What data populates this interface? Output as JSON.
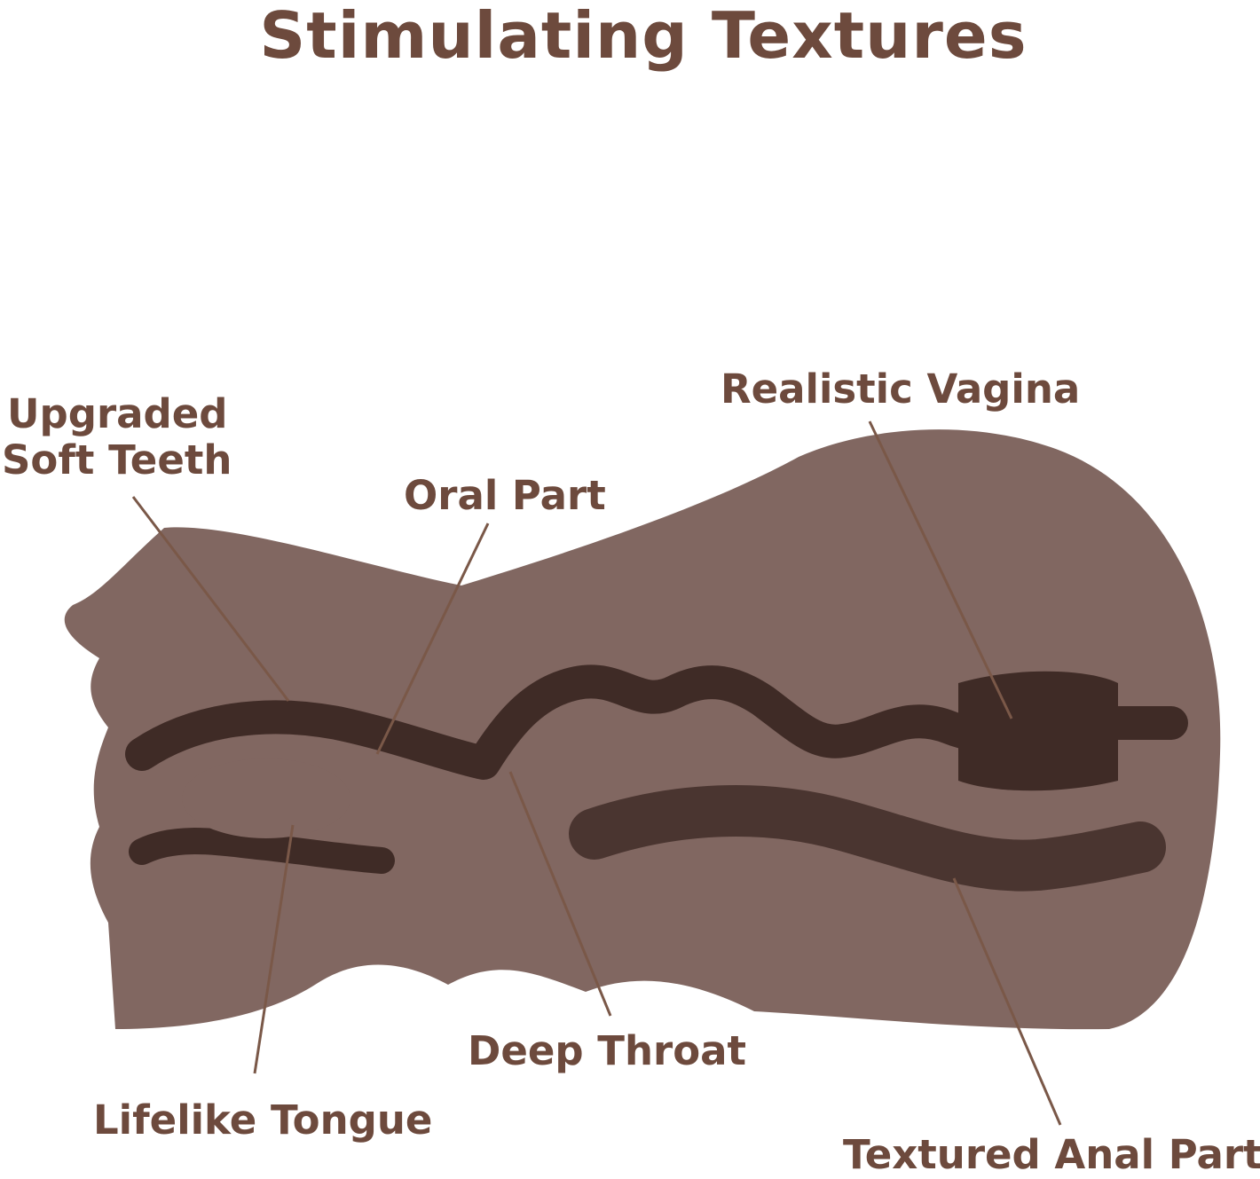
{
  "title": "Stimulating Textures",
  "labels": {
    "teeth_line1": "Upgraded",
    "teeth_line2": "Soft Teeth",
    "oral": "Oral Part",
    "vagina": "Realistic Vagina",
    "throat": "Deep Throat",
    "tongue": "Lifelike Tongue",
    "anal": "Textured Anal Part"
  },
  "colors": {
    "text": "#6d4a3d",
    "body": "#816761",
    "channel": "#3f2b26",
    "leader": "#7a5848"
  }
}
